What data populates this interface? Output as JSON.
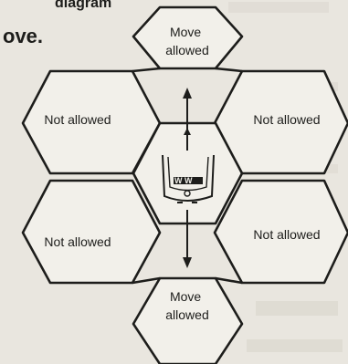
{
  "caption": {
    "top_fragment": "diagram",
    "line_fragment": "ove."
  },
  "cells": {
    "top": "Move\nallowed",
    "upper_left": "Not allowed",
    "upper_right": "Not allowed",
    "lower_left": "Not allowed",
    "lower_right": "Not allowed",
    "bottom": "Move\nallowed"
  },
  "icons": {
    "center": "floating-hex-cell-icon",
    "up_arrow": "arrow-up-icon",
    "down_arrow": "arrow-down-icon"
  },
  "colors": {
    "ink": "#1d1d1b",
    "paper": "#e9e6df",
    "cell_fill": "#f2f0ea"
  }
}
